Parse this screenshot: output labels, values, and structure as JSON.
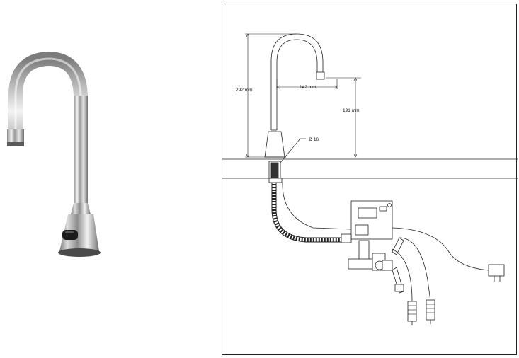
{
  "dimensions": {
    "total_height": "292 mm",
    "reach": "142 mm",
    "spout_clearance": "191 mm",
    "hole_diameter": "Ø 16"
  },
  "colors": {
    "line": "#222222",
    "chrome_dark": "#6b6b6b",
    "chrome_light": "#f4f4f4"
  }
}
